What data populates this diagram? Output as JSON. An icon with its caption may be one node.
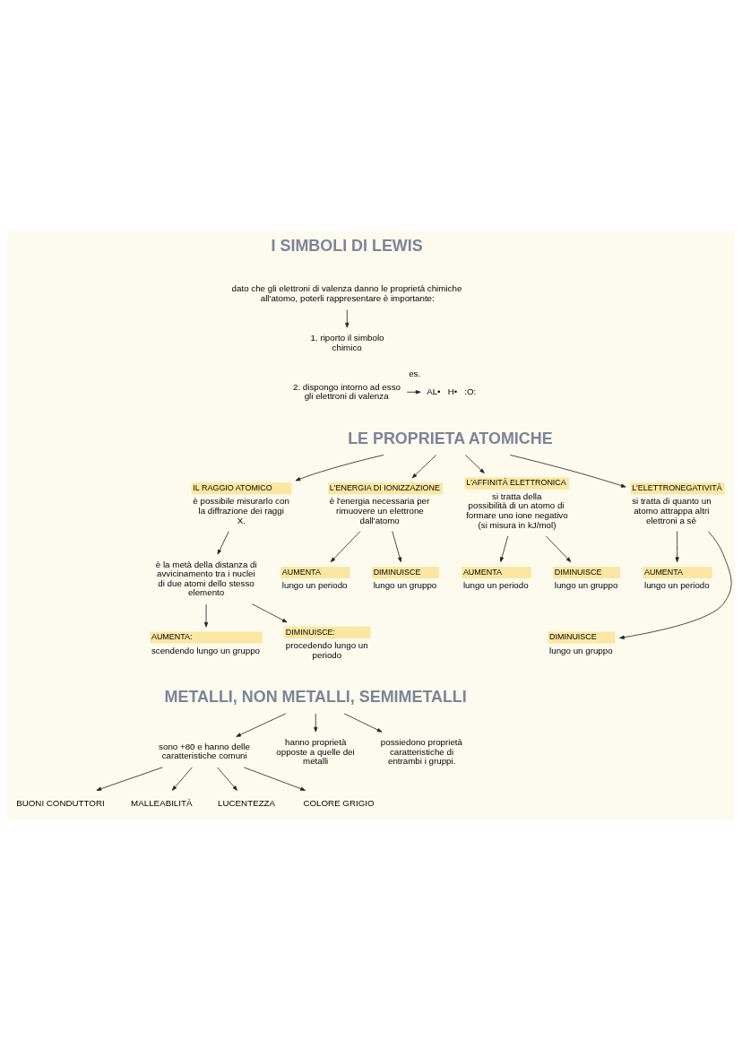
{
  "diagram": {
    "nodes": [
      {
        "text": [
          "dato che gli elettroni di valenza danno le proprietà chimiche all'atomo, poterli rappresentare è importante:"
        ]
      },
      {
        "text": [
          "1. riporto il simbolo chimico"
        ]
      },
      {
        "text": [
          "2. dispongo intorno ad esso gli elettroni di valenza"
        ]
      },
      {
        "text": [
          "AL•   H•   :O:"
        ],
        "beside": [
          "es."
        ]
      },
      {
        "text": [
          "LE PROPRIETA ATOMICHE"
        ]
      },
      {
        "text": [
          "IL RAGGIO ATOMICO",
          "è possibile misurarlo con la diffrazione dei raggi X."
        ]
      },
      {
        "text": [
          "è la metà della distanza di avvicinamento tra i nuclei di due atomi dello stesso elemento"
        ]
      },
      {
        "text": [
          "AUMENTA:",
          "scendendo lungo un gruppo"
        ]
      },
      {
        "text": [
          "DIMINUISCE:",
          "procedendo lungo un periodo"
        ]
      },
      {
        "text": [
          "L'ENERGIA DI IONIZZAZIONE",
          "è l'energia necessaria per rimuovere un elettrone dall'atomo"
        ]
      },
      {
        "text": [
          "AUMENTA",
          "lungo un periodo"
        ]
      },
      {
        "text": [
          "DIMINUISCE",
          "lungo un gruppo"
        ]
      },
      {
        "text": [
          "L'AFFINITÀ ELETTRONICA",
          "si tratta della possibilità di un atomo di formare uno ione negativo (si misura in kJ/mol)"
        ]
      },
      {
        "text": [
          "AUMENTA",
          "lungo un periodo"
        ]
      },
      {
        "text": [
          "DIMINUISCE",
          "lungo un gruppo"
        ]
      },
      {
        "text": [
          "L'ELETTRONEGATIVITÀ",
          "si tratta di quanto un atomo attrappa altri elettroni a sé"
        ]
      },
      {
        "text": [
          "AUMENTA",
          "lungo un periodo"
        ]
      },
      {
        "text": [
          "DIMINUISCE",
          "lungo un gruppo"
        ]
      },
      {
        "text": [
          "METALLI, NON METALLI, SEMIMETALLI"
        ]
      },
      {
        "text": [
          "sono +80 e hanno delle caratteristiche comuni"
        ]
      },
      {
        "text": [
          "BUONI CONDUTTORI"
        ]
      },
      {
        "text": [
          "MALLEABILITÀ"
        ]
      },
      {
        "text": [
          "LUCENTEZZA"
        ]
      },
      {
        "text": [
          "COLORE GRIGIO"
        ]
      },
      {
        "text": [
          "hanno proprietà opposte a quelle dei metalli"
        ]
      },
      {
        "text": [
          "possiedono proprietà caratteristiche di entrambi i gruppi."
        ]
      }
    ],
    "edges": [
      {
        "from": 0,
        "to": 1,
        "arrow": "to"
      },
      {
        "from": 2,
        "to": 3,
        "arrow": "to"
      },
      {
        "from": 4,
        "to": 5,
        "arrow": "to"
      },
      {
        "from": 4,
        "to": 9,
        "arrow": "to"
      },
      {
        "from": 4,
        "to": 12,
        "arrow": "to"
      },
      {
        "from": 4,
        "to": 15,
        "arrow": "to"
      },
      {
        "from": 5,
        "to": 6,
        "arrow": "to"
      },
      {
        "from": 6,
        "to": 7,
        "arrow": "to"
      },
      {
        "from": 6,
        "to": 8,
        "arrow": "to"
      },
      {
        "from": 9,
        "to": 10,
        "arrow": "to"
      },
      {
        "from": 9,
        "to": 11,
        "arrow": "to"
      },
      {
        "from": 12,
        "to": 13,
        "arrow": "to"
      },
      {
        "from": 12,
        "to": 14,
        "arrow": "to"
      },
      {
        "from": 15,
        "to": 16,
        "arrow": "to"
      },
      {
        "from": 15,
        "to": 17,
        "arrow": "to"
      },
      {
        "from": 18,
        "to": 19,
        "arrow": "to"
      },
      {
        "from": 18,
        "to": 24,
        "arrow": "to"
      },
      {
        "from": 18,
        "to": 25,
        "arrow": "to"
      },
      {
        "from": 19,
        "to": 20,
        "arrow": "to"
      },
      {
        "from": 19,
        "to": 21,
        "arrow": "to"
      },
      {
        "from": 19,
        "to": 22,
        "arrow": "to"
      },
      {
        "from": 19,
        "to": 23,
        "arrow": "to"
      }
    ],
    "labels": [
      "I SIMBOLI DI LEWIS"
    ]
  }
}
